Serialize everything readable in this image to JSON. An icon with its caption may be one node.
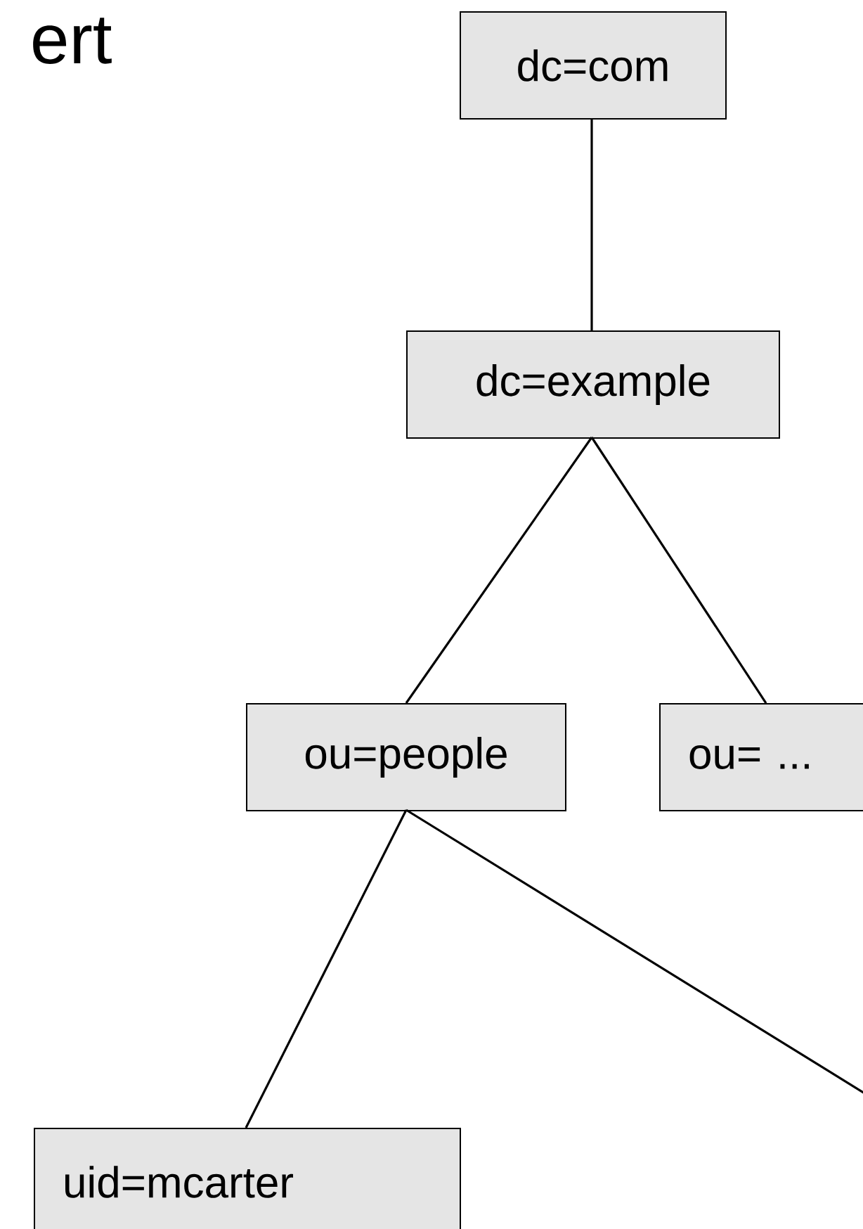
{
  "diagram": {
    "title": "ert",
    "nodes": [
      {
        "text": [
          "dc=com"
        ]
      },
      {
        "text": [
          "dc=example"
        ]
      },
      {
        "text": [
          "ou=people"
        ]
      },
      {
        "text": [
          "ou= ..."
        ]
      },
      {
        "text": [
          "uid=mcarter"
        ]
      }
    ],
    "edges": [
      {
        "from": 0,
        "to": 1,
        "arrow": "none"
      },
      {
        "from": 1,
        "to": 2,
        "arrow": "none"
      },
      {
        "from": 1,
        "to": 3,
        "arrow": "none"
      },
      {
        "from": 2,
        "to": 4,
        "arrow": "none"
      },
      {
        "from": 2,
        "to": null,
        "arrow": "none"
      }
    ]
  }
}
